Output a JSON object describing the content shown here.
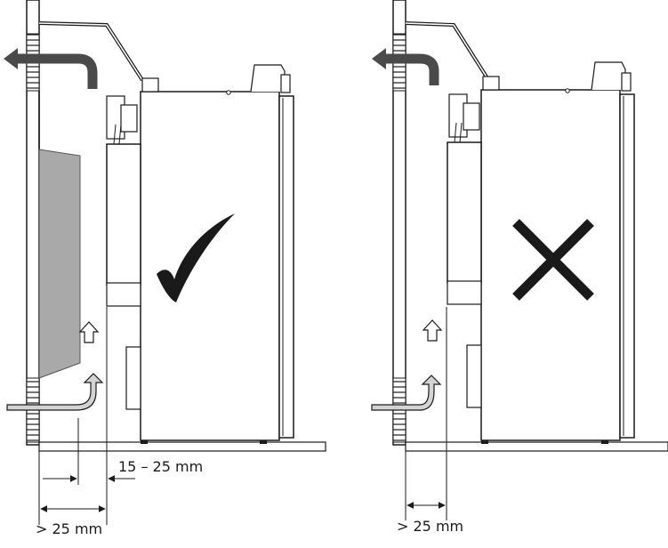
{
  "labels": {
    "left_gap": "15 – 25 mm",
    "left_min": "> 25 mm",
    "right_min": "> 25 mm"
  },
  "colors": {
    "line": "#1a1a1a",
    "filled_panel": "#a9a9a9",
    "arrow_gray": "#b0b0b0",
    "arrow_dark": "#4a4a4a",
    "ok_mark": "#1a1a1a",
    "bad_mark": "#1a1a1a"
  },
  "icons": {
    "ok": "check-mark-icon",
    "bad": "cross-mark-icon"
  }
}
